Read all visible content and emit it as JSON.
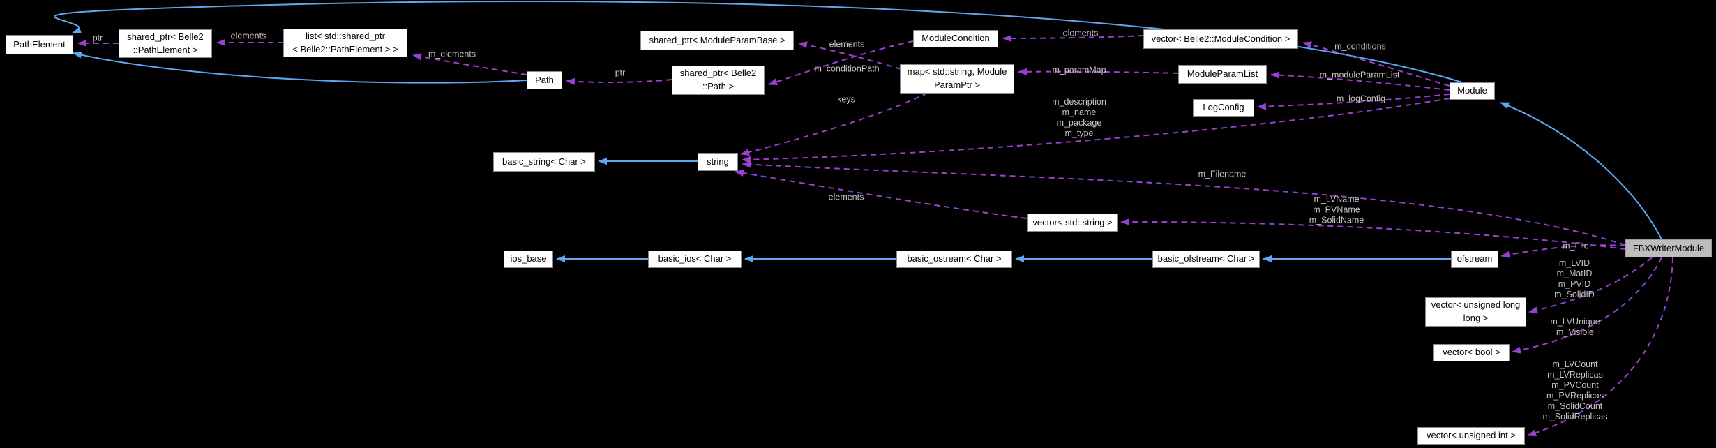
{
  "diagram": {
    "title": "FBXWriterModule collaboration graph",
    "colors": {
      "background": "#000000",
      "inheritance_edge": "#5fa8f0",
      "usage_edge": "#9c3fd6",
      "edge_label_text": "#c6c6c6",
      "node_background": "#ffffff",
      "node_border": "#8a8a8a",
      "node_text": "#000000",
      "highlight_node_background": "#bdbdbd"
    },
    "nodes": [
      {
        "id": "path-element",
        "label": "PathElement"
      },
      {
        "id": "shared-ptr-path-element",
        "label": "shared_ptr< Belle2\n::PathElement >"
      },
      {
        "id": "list-shared-ptr-path-element",
        "label": "list< std::shared_ptr\n< Belle2::PathElement > >"
      },
      {
        "id": "path",
        "label": "Path"
      },
      {
        "id": "shared-ptr-module-param-base",
        "label": "shared_ptr< ModuleParamBase >"
      },
      {
        "id": "shared-ptr-belle2-path",
        "label": "shared_ptr< Belle2\n::Path >"
      },
      {
        "id": "module-condition",
        "label": "ModuleCondition"
      },
      {
        "id": "map-string-module-param-ptr",
        "label": "map< std::string, Module\nParamPtr >"
      },
      {
        "id": "vector-module-condition",
        "label": "vector< Belle2::ModuleCondition >"
      },
      {
        "id": "module-param-list",
        "label": "ModuleParamList"
      },
      {
        "id": "log-config",
        "label": "LogConfig"
      },
      {
        "id": "module",
        "label": "Module"
      },
      {
        "id": "basic-string-char",
        "label": "basic_string< Char >"
      },
      {
        "id": "string",
        "label": "string"
      },
      {
        "id": "vector-std-string",
        "label": "vector< std::string >"
      },
      {
        "id": "ios-base",
        "label": "ios_base"
      },
      {
        "id": "basic-ios-char",
        "label": "basic_ios< Char >"
      },
      {
        "id": "basic-ostream-char",
        "label": "basic_ostream< Char >"
      },
      {
        "id": "basic-ofstream-char",
        "label": "basic_ofstream< Char >"
      },
      {
        "id": "ofstream",
        "label": "ofstream"
      },
      {
        "id": "vector-unsigned-long-long",
        "label": "vector< unsigned long\nlong >"
      },
      {
        "id": "vector-bool",
        "label": "vector< bool >"
      },
      {
        "id": "vector-unsigned-int",
        "label": "vector< unsigned int >"
      },
      {
        "id": "fbx-writer-module",
        "label": "FBXWriterModule"
      }
    ],
    "edge_labels": [
      {
        "text": "ptr"
      },
      {
        "text": "elements"
      },
      {
        "text": "m_elements"
      },
      {
        "text": "ptr"
      },
      {
        "text": "elements"
      },
      {
        "text": "m_conditionPath"
      },
      {
        "text": "keys"
      },
      {
        "text": "elements"
      },
      {
        "text": "m_paramMap"
      },
      {
        "text": "m_conditions"
      },
      {
        "text": "m_moduleParamList"
      },
      {
        "text": "m_logConfig"
      },
      {
        "text": "m_description\nm_name\nm_package\nm_type"
      },
      {
        "text": "m_Filename"
      },
      {
        "text": "elements"
      },
      {
        "text": "m_LVName\nm_PVName\nm_SolidName"
      },
      {
        "text": "m_File"
      },
      {
        "text": "m_LVID\nm_MatID\nm_PVID\nm_SolidID"
      },
      {
        "text": "m_LVUnique\nm_Visible"
      },
      {
        "text": "m_LVCount\nm_LVReplicas\nm_PVCount\nm_PVReplicas\nm_SolidCount\nm_SolidReplicas"
      }
    ]
  }
}
